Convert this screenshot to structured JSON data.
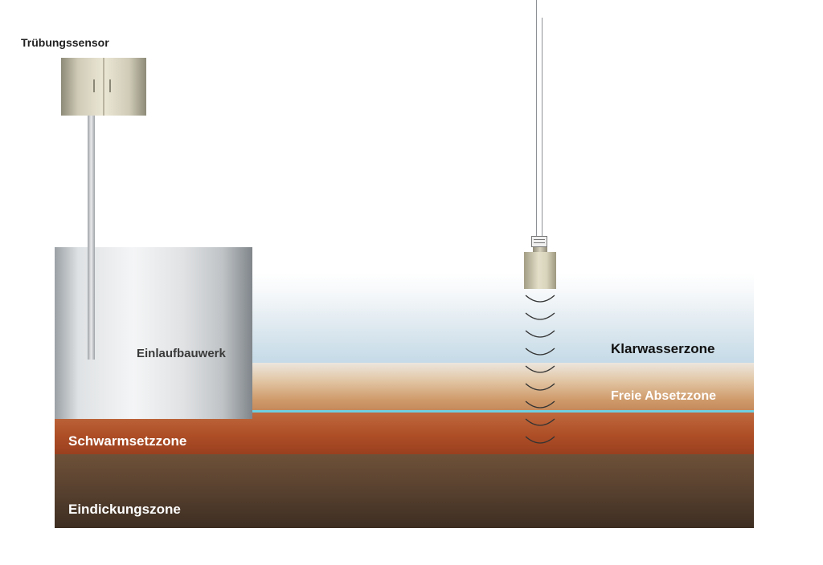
{
  "labels": {
    "turbidity_sensor": "Trübungssensor",
    "inlet_structure": "Einlaufbauwerk",
    "clear_water_zone": "Klarwasserzone",
    "free_settling_zone": "Freie Absetzzone",
    "swarm_settling_zone": "Schwarmsetzzone",
    "thickening_zone": "Eindickungszone"
  },
  "colors": {
    "clear_water": "#c2d9e6",
    "free_settling": "#cf9a6a",
    "interface_line": "#6fd0e2",
    "swarm_settling": "#ad4e26",
    "thickening": "#5a4230",
    "inlet_structure": "#e0e2e4",
    "sensor_housing": "#ebe7d5"
  },
  "icons": {
    "turbidity_sensor": "turbidity-sensor-icon",
    "ultrasonic_probe": "ultrasonic-probe-icon",
    "sound_waves": "sound-wave-arcs"
  },
  "ultrasonic_wave_count": 9
}
